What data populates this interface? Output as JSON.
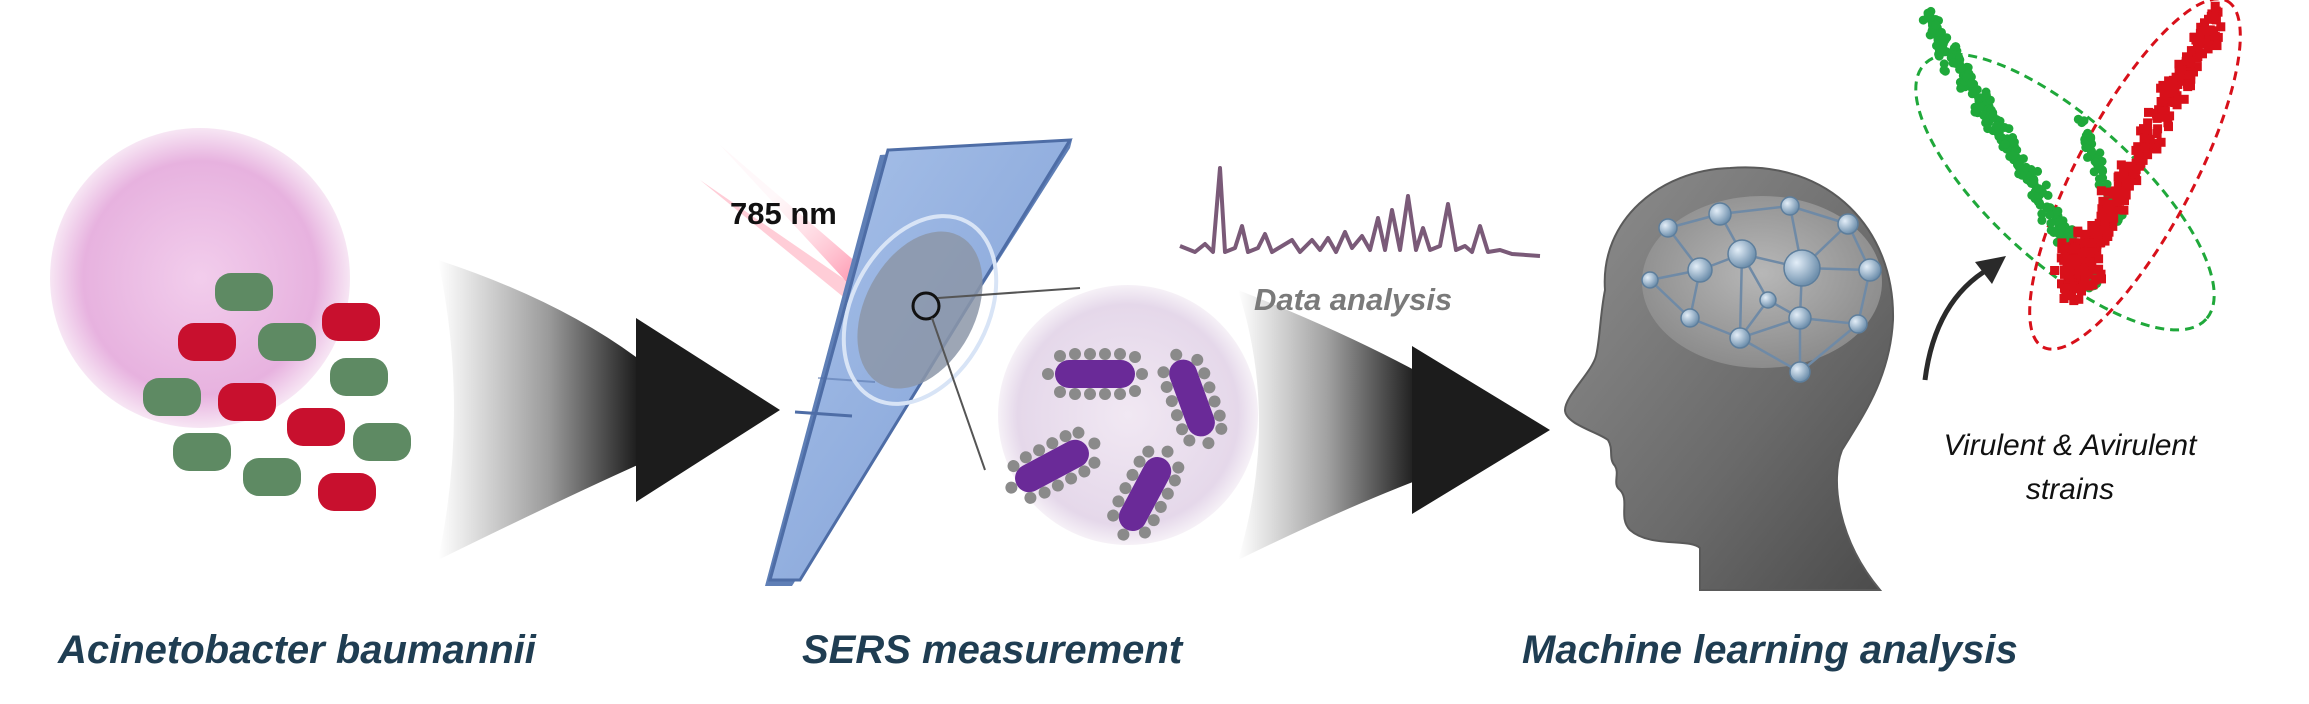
{
  "labels": {
    "step1": "Acinetobacter baumannii",
    "step2": "SERS measurement",
    "step3": "Machine learning analysis",
    "laser": "785 nm",
    "data_analysis": "Data analysis",
    "strains_line1": "Virulent & Avirulent",
    "strains_line2": "strains"
  },
  "colors": {
    "caption": "#1f3d52",
    "bacteria_red": "#c8102e",
    "bacteria_green": "#5e8a63",
    "bacteria_purple": "#6a2a98",
    "spectrum": "#7a5a78",
    "cluster_green": "#1fa83a",
    "cluster_red": "#d8101a",
    "arrow": "#1c1c1c"
  },
  "icons": {
    "bacteria_culture": "petri-dish-icon",
    "sers_slide": "glass-slide-icon",
    "laser": "laser-beam-icon",
    "spectrum": "raman-spectrum-icon",
    "brain": "head-neural-network-icon",
    "scatter": "cluster-scatter-icon"
  }
}
